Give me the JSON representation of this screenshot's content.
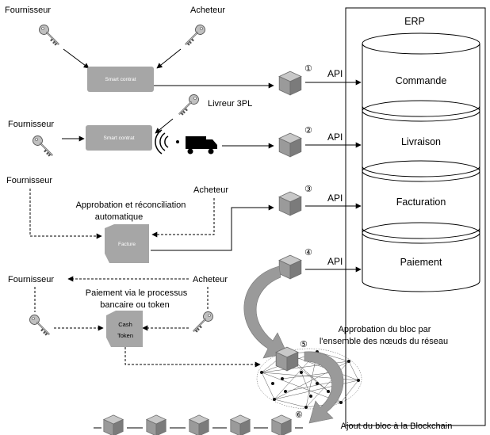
{
  "erp": {
    "title": "ERP",
    "modules": [
      "Commande",
      "Livraison",
      "Facturation",
      "Paiement"
    ]
  },
  "api_label": "API",
  "row1": {
    "fournisseur": "Fournisseur",
    "acheteur": "Acheteur",
    "contract": "Smart contrat",
    "step": "①"
  },
  "row2": {
    "fournisseur": "Fournisseur",
    "livreur": "Livreur 3PL",
    "contract": "Smart contrat",
    "step": "②"
  },
  "row3": {
    "fournisseur": "Fournisseur",
    "acheteur": "Acheteur",
    "approbation_line1": "Approbation et réconciliation",
    "approbation_line2": "automatique",
    "facture": "Facture",
    "step": "③"
  },
  "row4": {
    "fournisseur": "Fournisseur",
    "acheteur": "Acheteur",
    "paiement_line1": "Paiement via le processus",
    "paiement_line2": "bancaire ou token",
    "cash_line1": "Cash",
    "cash_line2": "Token",
    "step": "④"
  },
  "network": {
    "approbation_line1": "Approbation du bloc par",
    "approbation_line2": "l'ensemble des nœuds du réseau",
    "step": "⑤"
  },
  "chain": {
    "label": "Ajout du bloc à la Blockchain",
    "step": "⑥"
  },
  "colors": {
    "box_gray": "#a6a6a6",
    "cube_gray": "#8c8c8c",
    "line": "#000000",
    "arrow_gray": "#9a9a9a"
  }
}
